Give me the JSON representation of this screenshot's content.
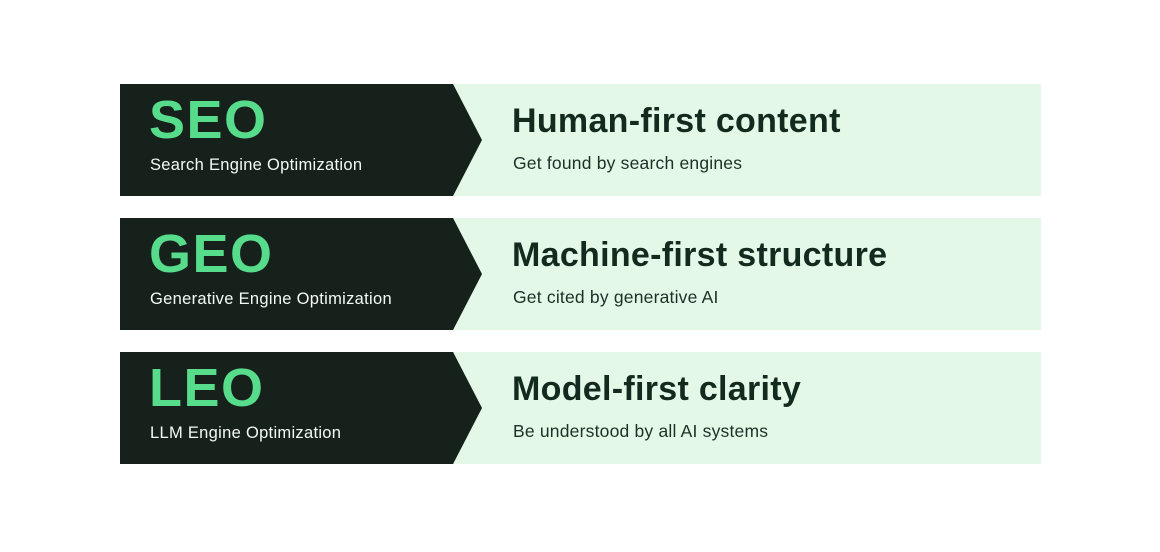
{
  "colors": {
    "background": "#ffffff",
    "arrow_dark": "#17211c",
    "accent_green": "#57dc8c",
    "panel_light_green": "#e4f8e8",
    "heading_dark_green": "#132a1e",
    "acronym_sub_white": "#f4faf5"
  },
  "rows": [
    {
      "acronym": "SEO",
      "acronym_full": "Search Engine Optimization",
      "title": "Human-first content",
      "subtitle": "Get found by search engines"
    },
    {
      "acronym": "GEO",
      "acronym_full": "Generative Engine Optimization",
      "title": "Machine-first structure",
      "subtitle": "Get cited by generative AI"
    },
    {
      "acronym": "LEO",
      "acronym_full": "LLM Engine Optimization",
      "title": "Model-first clarity",
      "subtitle": "Be understood by all AI systems"
    }
  ]
}
